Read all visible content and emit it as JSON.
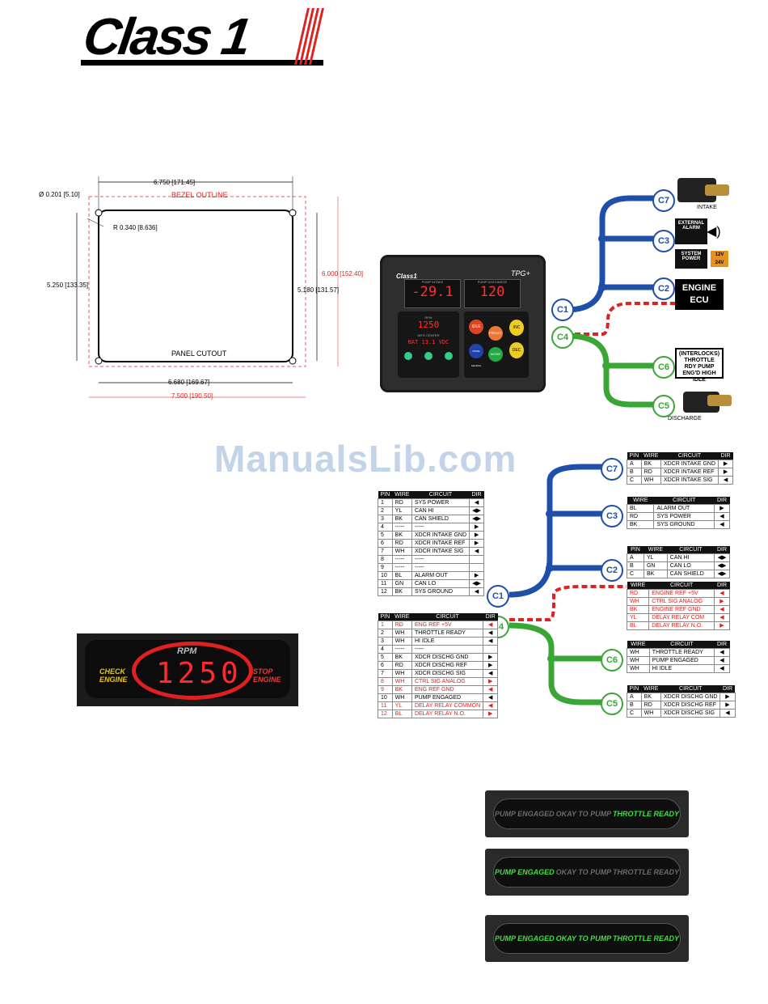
{
  "brand": {
    "logo_text": "Class 1"
  },
  "watermark": "ManualsLib.com",
  "panel_drawing": {
    "width_top": "6.750 [171.45]",
    "hole_dia": "Ø 0.201 [5.10]",
    "bezel_label": "BEZEL OUTLINE",
    "radius": "R 0.340 [8.636]",
    "height_left": "5.250 [133.35]",
    "height_inner": "5.180 [131.57]",
    "height_outer": "6.000 [152.40]",
    "cutout_label": "PANEL CUTOUT",
    "width_inner": "6.680 [169.67]",
    "width_outer": "7.500 [190.50]"
  },
  "device": {
    "brand": "Class1",
    "model": "TPG+",
    "display_left_label": "PUMP INTAKE",
    "display_left_value": "-29.1",
    "display_right_label": "PUMP DISCHARGE",
    "display_right_value": "120",
    "rpm_label": "RPM",
    "rpm_value": "1250",
    "info_label": "INFO CENTER",
    "info_value": "BAT 13.1 VDC",
    "buttons": [
      "IDLE",
      "PRESET",
      "INC",
      "MORE SEARCH",
      "MODE",
      "DEC"
    ]
  },
  "wiring_top": {
    "connectors": [
      "C7",
      "C3",
      "C2",
      "C1",
      "C4",
      "C6",
      "C5"
    ],
    "c7_label": "INTAKE",
    "c3_label1": "EXTERNAL ALARM",
    "c3_label2": "SYSTEM POWER",
    "volt1": "12V",
    "volt2": "24V",
    "c2_label": "ENGINE ECU",
    "c6_label": "(INTERLOCKS) THROTTLE RDY PUMP ENG'D HIGH IDLE",
    "c5_label": "DISCHARGE"
  },
  "c1_table": {
    "headers": [
      "PIN",
      "WIRE",
      "CIRCUIT",
      "DIR"
    ],
    "rows": [
      [
        "1",
        "RD",
        "SYS POWER",
        "◀"
      ],
      [
        "2",
        "YL",
        "CAN HI",
        "◀▶"
      ],
      [
        "3",
        "BK",
        "CAN SHIELD",
        "◀▶"
      ],
      [
        "4",
        "-----",
        "-----",
        "▶"
      ],
      [
        "5",
        "BK",
        "XDCR INTAKE GND",
        "▶"
      ],
      [
        "6",
        "RD",
        "XDCR INTAKE REF",
        "▶"
      ],
      [
        "7",
        "WH",
        "XDCR INTAKE SIG",
        "◀"
      ],
      [
        "8",
        "-----",
        "-----",
        ""
      ],
      [
        "9",
        "-----",
        "-----",
        ""
      ],
      [
        "10",
        "BL",
        "ALARM OUT",
        "▶"
      ],
      [
        "11",
        "GN",
        "CAN LO",
        "◀▶"
      ],
      [
        "12",
        "BK",
        "SYS GROUND",
        "◀"
      ]
    ]
  },
  "c4_table": {
    "headers": [
      "PIN",
      "WIRE",
      "CIRCUIT",
      "DIR"
    ],
    "rows": [
      [
        "1",
        "RD",
        "ENG REF +5V",
        "◀"
      ],
      [
        "2",
        "WH",
        "THROTTLE READY",
        "◀"
      ],
      [
        "3",
        "WH",
        "HI IDLE",
        "◀"
      ],
      [
        "4",
        "-----",
        "-----",
        ""
      ],
      [
        "5",
        "BK",
        "XDCR DISCHG GND",
        "▶"
      ],
      [
        "6",
        "RD",
        "XDCR DISCHG REF",
        "▶"
      ],
      [
        "7",
        "WH",
        "XDCR DISCHG SIG",
        "◀"
      ],
      [
        "8",
        "WH",
        "CTRL SIG ANALOG",
        "▶"
      ],
      [
        "9",
        "BK",
        "ENG REF GND",
        "◀"
      ],
      [
        "10",
        "WH",
        "PUMP ENGAGED",
        "◀"
      ],
      [
        "11",
        "YL",
        "DELAY RELAY COMMON",
        "◀"
      ],
      [
        "12",
        "BL",
        "DELAY RELAY N.O.",
        "▶"
      ]
    ],
    "red_rows": [
      0,
      7,
      8,
      10,
      11
    ]
  },
  "c7_table": {
    "headers": [
      "PIN",
      "WIRE",
      "CIRCUIT",
      "DIR"
    ],
    "rows": [
      [
        "A",
        "BK",
        "XDCR INTAKE GND",
        "▶"
      ],
      [
        "B",
        "RD",
        "XDCR INTAKE REF",
        "▶"
      ],
      [
        "C",
        "WH",
        "XDCR INTAKE SIG",
        "◀"
      ]
    ]
  },
  "c3_table": {
    "headers": [
      "WIRE",
      "CIRCUIT",
      "DIR"
    ],
    "rows": [
      [
        "BL",
        "ALARM OUT",
        "▶"
      ],
      [
        "RD",
        "SYS POWER",
        "◀"
      ],
      [
        "BK",
        "SYS GROUND",
        "◀"
      ]
    ]
  },
  "c2_table": {
    "headers": [
      "PIN",
      "WIRE",
      "CIRCUIT",
      "DIR"
    ],
    "rows": [
      [
        "A",
        "YL",
        "CAN HI",
        "◀▶"
      ],
      [
        "B",
        "GN",
        "CAN LO",
        "◀▶"
      ],
      [
        "C",
        "BK",
        "CAN SHIELD",
        "◀▶"
      ]
    ]
  },
  "c2b_table": {
    "headers": [
      "WIRE",
      "CIRCUIT",
      "DIR"
    ],
    "rows": [
      [
        "RD",
        "ENGINE REF +5V",
        "◀"
      ],
      [
        "WH",
        "CTRL SIG ANALOG",
        "▶"
      ],
      [
        "BK",
        "ENGINE REF GND",
        "◀"
      ],
      [
        "YL",
        "DELAY RELAY COM",
        "◀"
      ],
      [
        "BL",
        "DELAY RELAY N.O.",
        "▶"
      ]
    ]
  },
  "c6_table": {
    "headers": [
      "WIRE",
      "CIRCUIT",
      "DIR"
    ],
    "rows": [
      [
        "WH",
        "THROTTLE READY",
        "◀"
      ],
      [
        "WH",
        "PUMP ENGAGED",
        "◀"
      ],
      [
        "WH",
        "HI IDLE",
        "◀"
      ]
    ]
  },
  "c5_table": {
    "headers": [
      "PIN",
      "WIRE",
      "CIRCUIT",
      "DIR"
    ],
    "rows": [
      [
        "A",
        "BK",
        "XDCR DISCHG GND",
        "▶"
      ],
      [
        "B",
        "RD",
        "XDCR DISCHG REF",
        "▶"
      ],
      [
        "C",
        "WH",
        "XDCR DISCHG SIG",
        "◀"
      ]
    ]
  },
  "wiring_bottom": {
    "connectors": [
      "C7",
      "C3",
      "C2",
      "C1",
      "C4",
      "C6",
      "C5"
    ]
  },
  "rpm_display": {
    "label": "RPM",
    "value": "1250",
    "left": "CHECK ENGINE",
    "right": "STOP ENGINE"
  },
  "status_panels": {
    "labels": [
      "PUMP ENGAGED",
      "OKAY TO PUMP",
      "THROTTLE READY"
    ],
    "states": [
      [
        false,
        false,
        true
      ],
      [
        true,
        false,
        false
      ],
      [
        true,
        true,
        true
      ]
    ]
  },
  "colors": {
    "blue": "#1f4fa8",
    "green": "#3aa635",
    "red": "#d22222"
  }
}
